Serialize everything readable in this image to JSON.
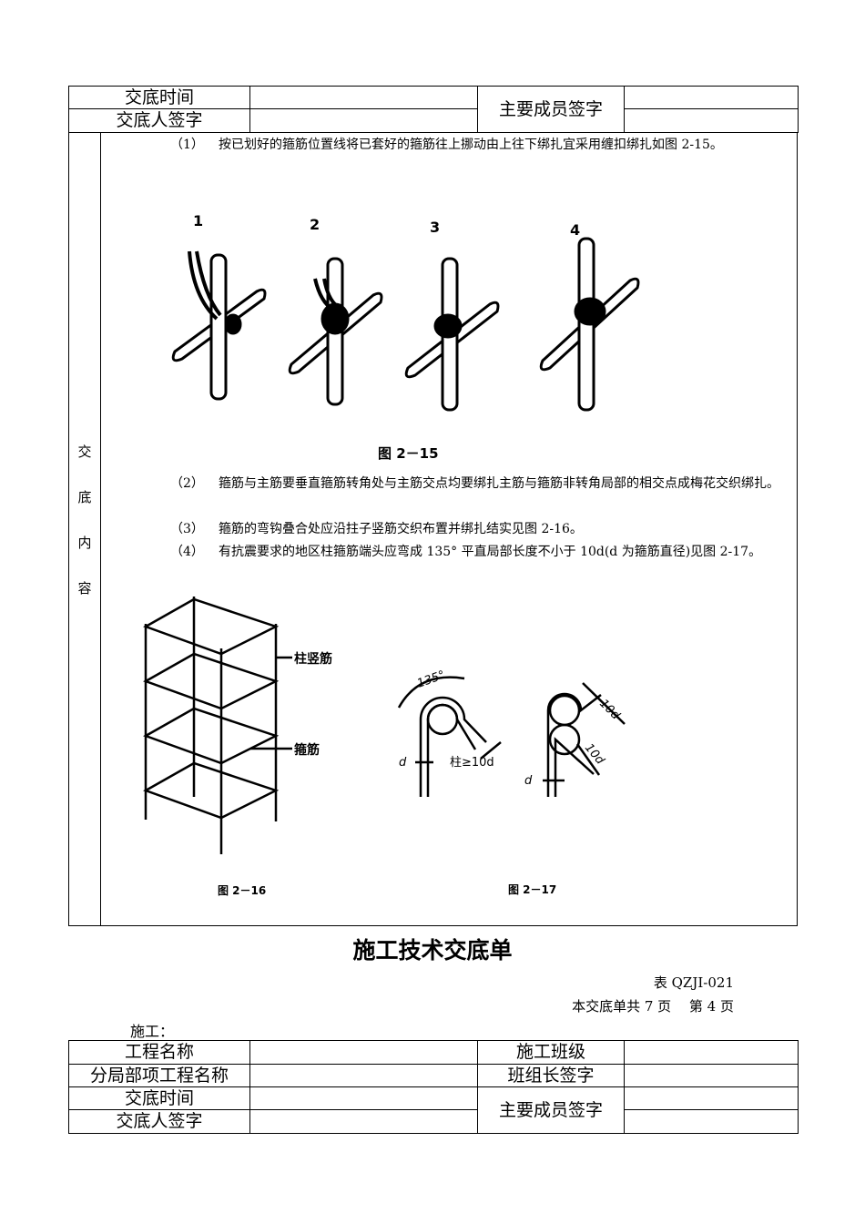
{
  "top_table": {
    "time_label": "交底时间",
    "signer_label": "交底人签字",
    "members_label": "主要成员签字"
  },
  "side_label": [
    "交",
    "底",
    "内",
    "容"
  ],
  "paragraphs": [
    {
      "num": "（1）",
      "text": "按已划好的箍筋位置线将已套好的箍筋往上挪动由上往下绑扎宜采用缠扣绑扎如图 2-15。"
    },
    {
      "num": "（2）",
      "text": "箍筋与主筋要垂直箍筋转角处与主筋交点均要绑扎主筋与箍筋非转角局部的相交点成梅花交织绑扎。"
    },
    {
      "num": "（3）",
      "text": "箍筋的弯钩叠合处应沿拄子竖筋交织布置并绑扎结实见图 2-16。"
    },
    {
      "num": "（4）",
      "text": "有抗震要求的地区柱箍筋端头应弯成 135° 平直局部长度不小于 10d(d 为箍筋直径)见图 2-17。"
    }
  ],
  "fig215": {
    "caption": "图 2－15",
    "steps": [
      "1",
      "2",
      "3",
      "4"
    ]
  },
  "fig216": {
    "caption": "图 2－16",
    "label_vertical": "柱竖筋",
    "label_stirrup": "箍筋"
  },
  "fig217": {
    "caption": "图 2－17",
    "angle": "135°",
    "d": "d",
    "rule": "柱≥10d",
    "len1": "10d",
    "len2": "10d"
  },
  "page_title": "施工技术交底单",
  "form_code": "表 QZJI-021",
  "page_count": "本交底单共 7 页　 第 4 页",
  "builder_label": "施工：",
  "bottom_table": {
    "project_label": "工程名称",
    "team_label": "施工班级",
    "sub_label": "分局部项工程名称",
    "leader_label": "班组长签字",
    "time_label": "交底时间",
    "signer_label": "交底人签字",
    "members_label": "主要成员签字"
  }
}
